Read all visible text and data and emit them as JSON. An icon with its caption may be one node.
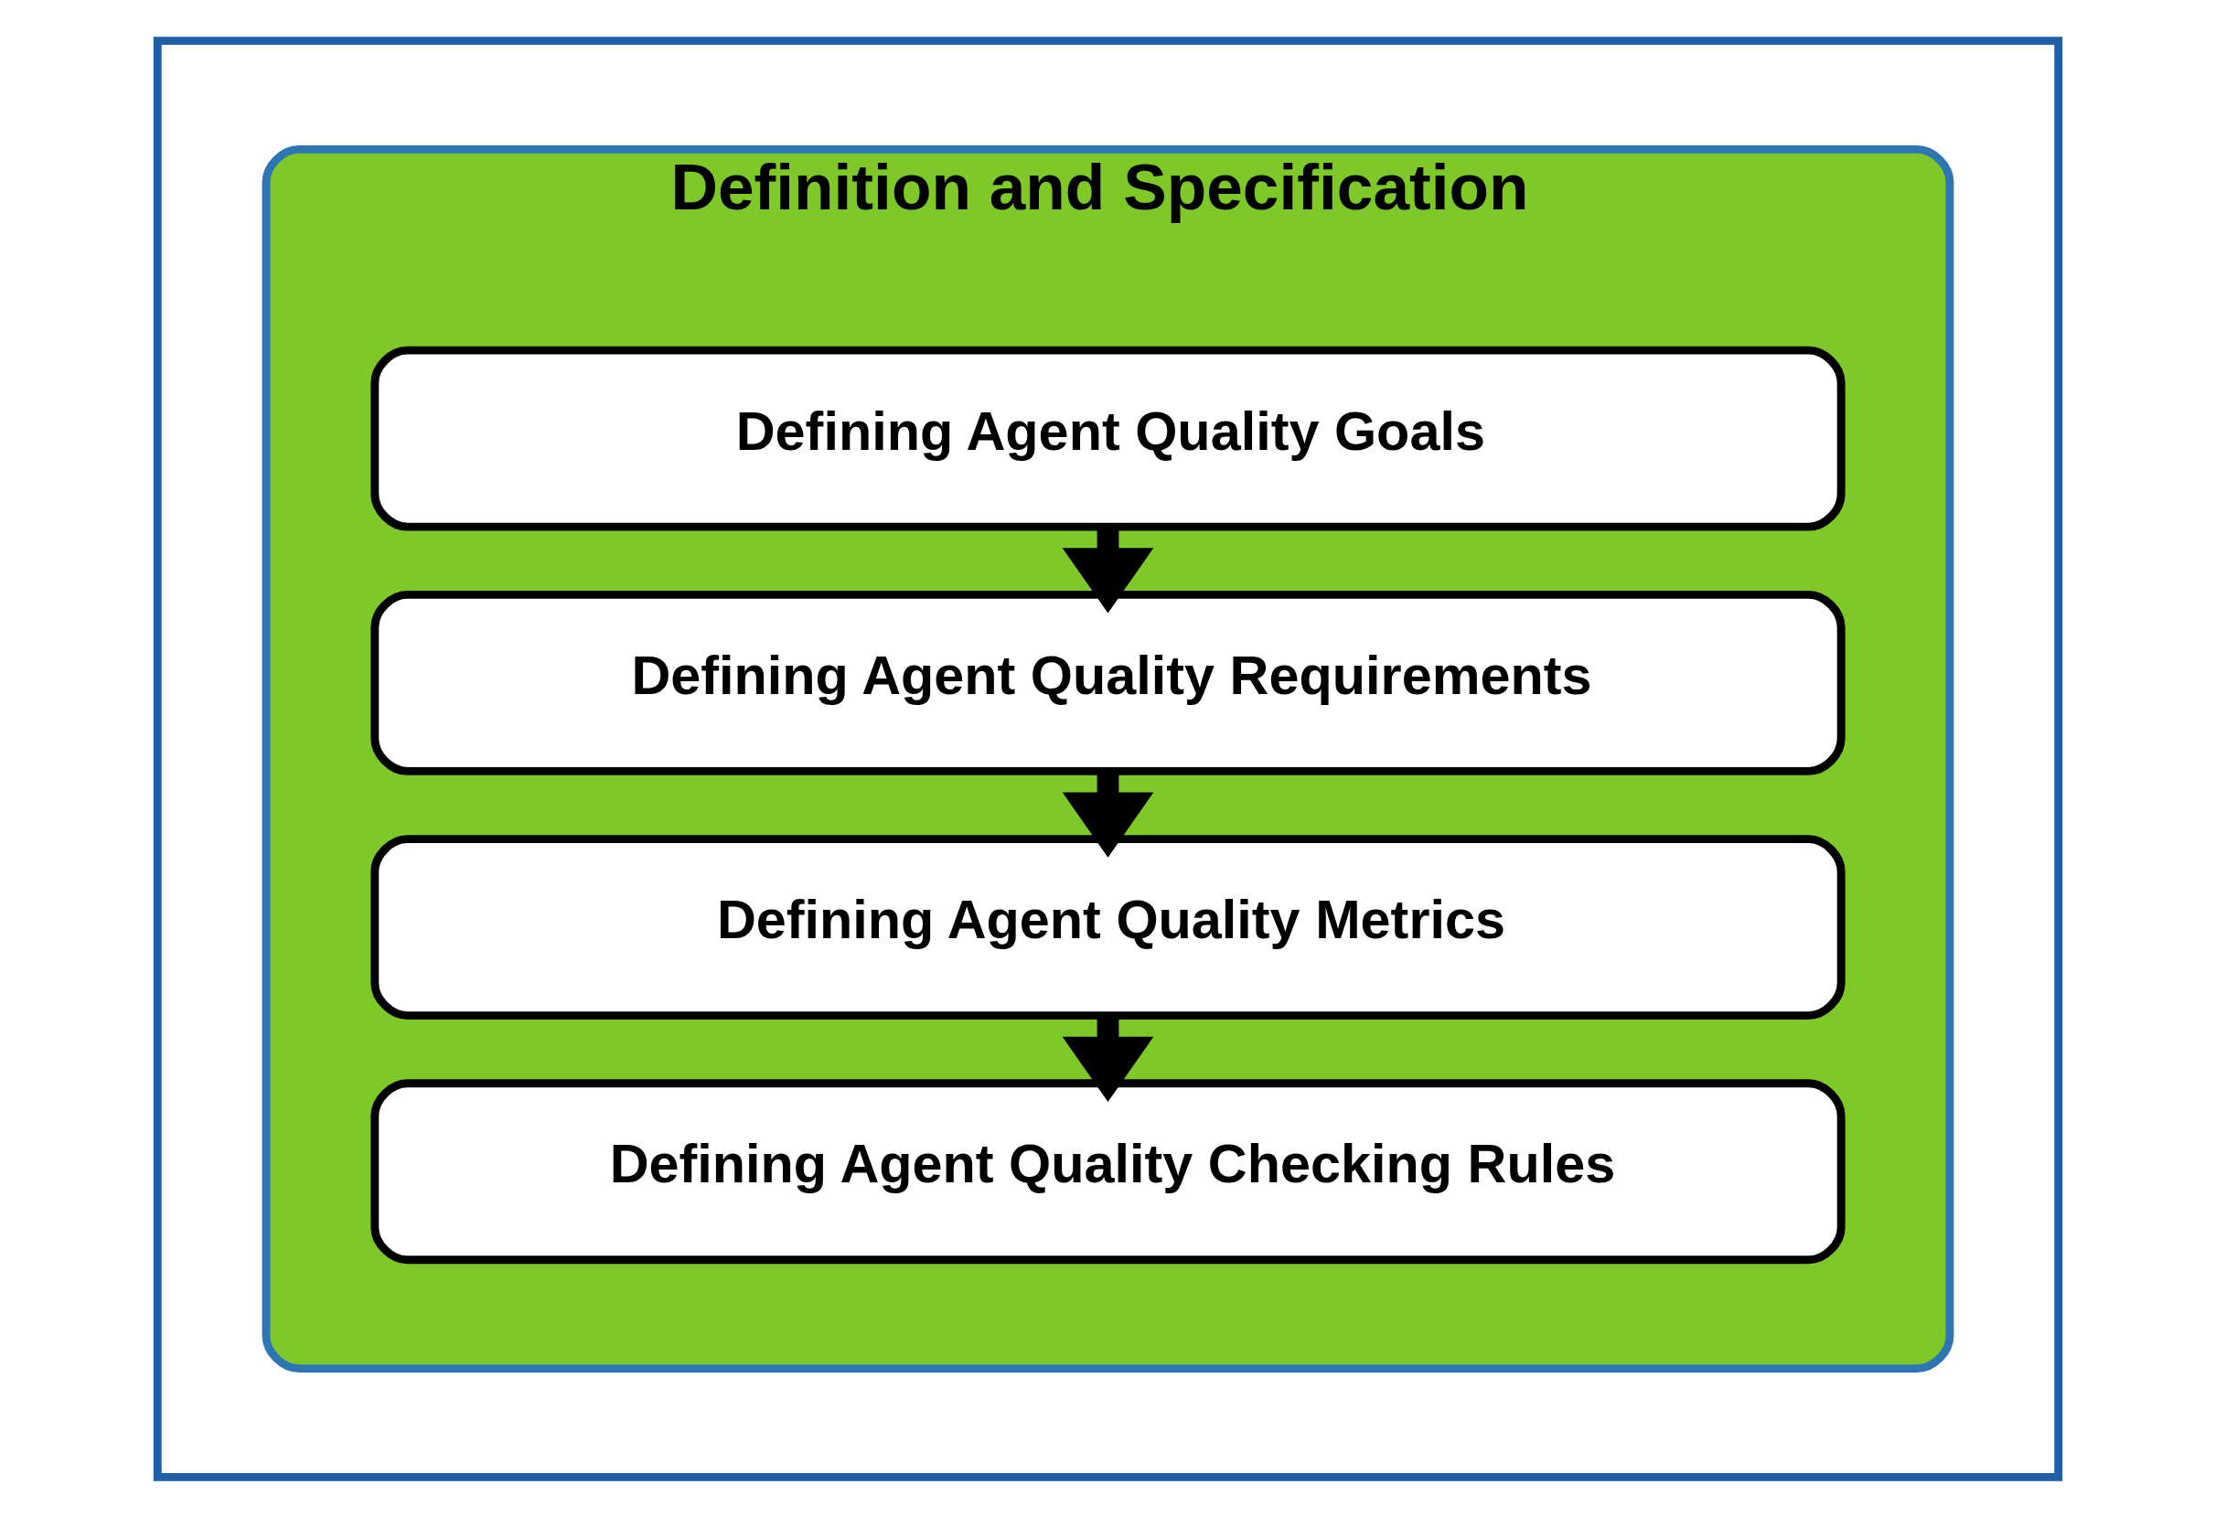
{
  "diagram": {
    "nodes": [
      {
        "text": [],
        "shape": "box"
      },
      {
        "text": [
          "Definition and Specification"
        ],
        "in": 0
      },
      {
        "text": [
          "Defining Agent Quality Goals"
        ],
        "in": 1
      },
      {
        "text": [
          "Defining Agent Quality Requirements"
        ],
        "in": 1
      },
      {
        "text": [
          "Defining Agent Quality Metrics"
        ],
        "in": 1
      },
      {
        "text": [
          "Defining Agent Quality Checking Rules"
        ],
        "in": 1
      }
    ],
    "edges": [
      {
        "from": 2,
        "to": 3,
        "arrow": "to"
      },
      {
        "from": 3,
        "to": 4,
        "arrow": "to"
      },
      {
        "from": 4,
        "to": 5,
        "arrow": "to"
      }
    ]
  }
}
